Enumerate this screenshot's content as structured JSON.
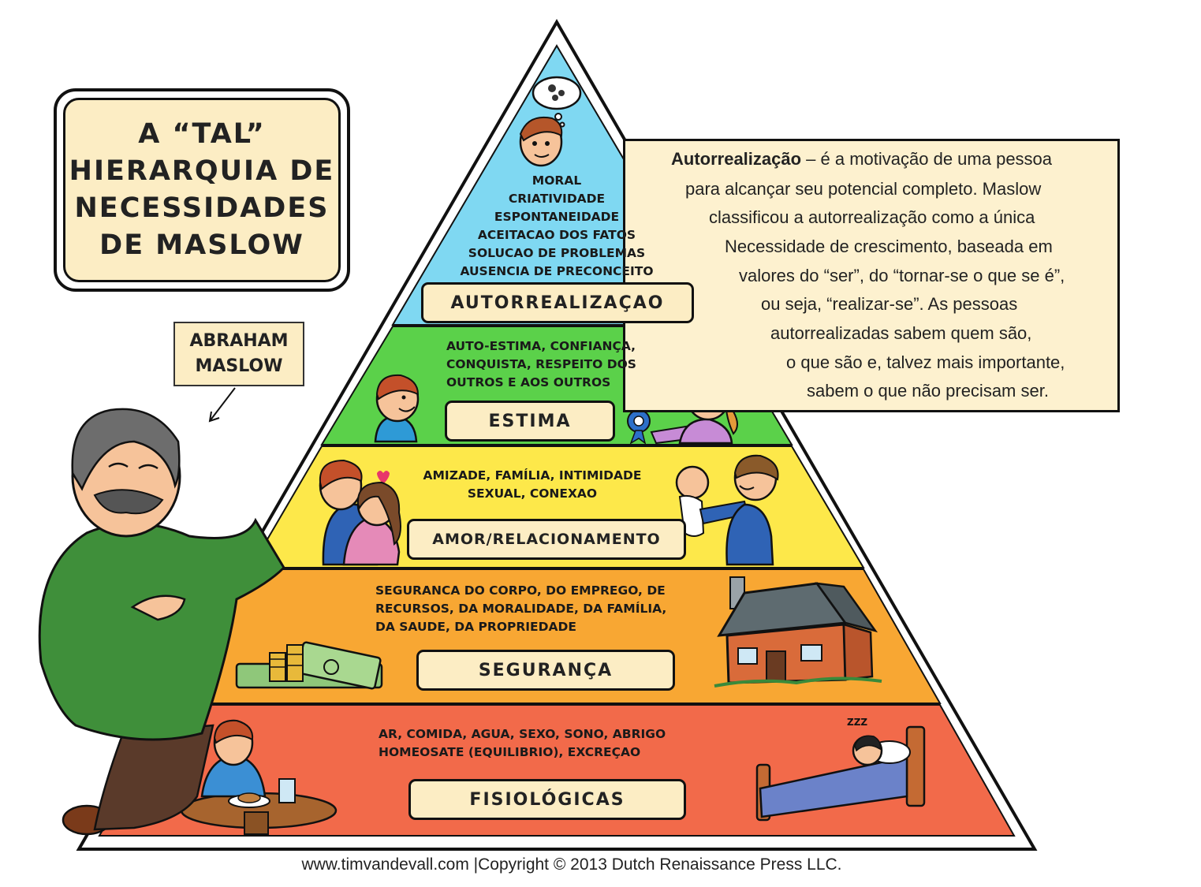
{
  "title": "A “TAL”\nHIERARQUIA DE\nNECESSIDADES\nDE MASLOW",
  "person_label": "ABRAHAM\nMASLOW",
  "description": {
    "term": "Autorrealização",
    "lines": [
      " – é a motivação de uma pessoa",
      "para alcançar seu potencial completo. Maslow",
      "classificou a autorrealização como a única",
      "Necessidade de crescimento, baseada em",
      "valores do “ser”, do “tornar-se o que se é”,",
      "ou seja, “realizar-se”. As pessoas",
      "autorrealizadas sabem quem são,",
      "o que são e, talvez mais importante,",
      "sabem o que não precisam ser."
    ]
  },
  "tiers": [
    {
      "label": "AUTORREALIZAÇAO",
      "items": "MORAL\nCRIATIVIDADE\nESPONTANEIDADE\nACEITACAO DOS FATOS\nSOLUCAO DE PROBLEMAS\nAUSENCIA DE PRECONCEITO",
      "color": "#7fd8f2"
    },
    {
      "label": "ESTIMA",
      "items": "AUTO-ESTIMA, CONFIANÇA,\nCONQUISTA, RESPEITO DOS\nOUTROS E AOS OUTROS",
      "color": "#5bd14a"
    },
    {
      "label": "AMOR/RELACIONAMENTO",
      "items": "AMIZADE, FAMÍLIA, INTIMIDADE\nSEXUAL, CONEXAO",
      "color": "#fde84a"
    },
    {
      "label": "SEGURANÇA",
      "items": "SEGURANCA DO CORPO, DO EMPREGO, DE\nRECURSOS, DA MORALIDADE, DA FAMÍLIA,\nDA SAUDE, DA PROPRIEDADE",
      "color": "#f8a733"
    },
    {
      "label": "FISIOLÓGICAS",
      "items": "AR, COMIDA, AGUA, SEXO, SONO, ABRIGO\nHOMEOSATE (EQUILIBRIO), EXCREÇAO",
      "color": "#f26a4a"
    }
  ],
  "sleep_text": "ZZZ",
  "footer": "www.timvandevall.com |Copyright © 2013 Dutch Renaissance Press LLC."
}
